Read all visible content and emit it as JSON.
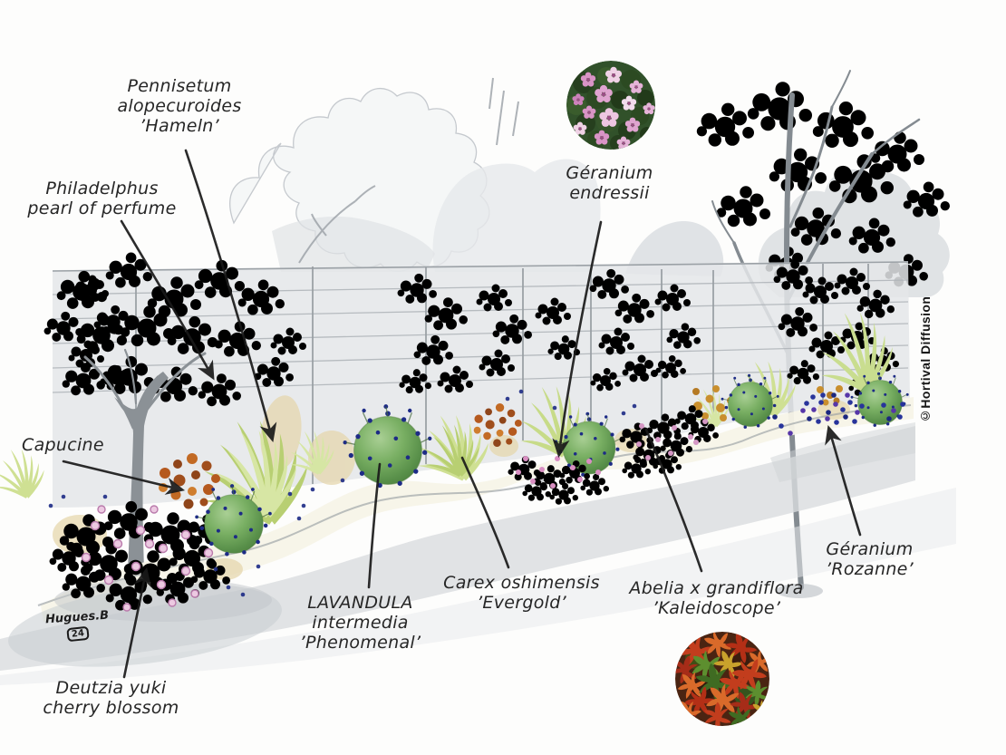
{
  "credit": "©Hortival Diffusion",
  "signature": {
    "name": "Hugues.B",
    "stamp": "24"
  },
  "labels": [
    {
      "key": "pennisetum",
      "text": "Pennisetum\nalopecuroides\n’Hameln’"
    },
    {
      "key": "philadelphus",
      "text": "Philadelphus\npearl of perfume"
    },
    {
      "key": "capucine",
      "text": "Capucine"
    },
    {
      "key": "geranium-endressii",
      "text": "Géranium\nendressii"
    },
    {
      "key": "deutzia",
      "text": "Deutzia yuki\ncherry blossom"
    },
    {
      "key": "lavandula",
      "text": "LAVANDULA\nintermedia\n’Phenomenal’"
    },
    {
      "key": "carex",
      "text": "Carex oshimensis\n’Evergold’"
    },
    {
      "key": "abelia",
      "text": "Abelia x grandiflora\n’Kaleidoscope’"
    },
    {
      "key": "geranium-rozanne",
      "text": "Géranium\n’Rozanne’"
    }
  ],
  "photos": {
    "top": {
      "subject": "pink geranium endressii flowers"
    },
    "bottom": {
      "subject": "red, orange and green abelia kaleidoscope foliage"
    }
  },
  "colors": {
    "ink": "#1a1a1a",
    "sketch_gray": "#8d9297",
    "dark_foliage": "#54585c",
    "ball_green": "#6fa65a",
    "grass_green": "#c9dc8f",
    "lavender_blue": "#1d2b86",
    "capucine_orange": "#b5591e",
    "flower_pink": "#d994c6",
    "path_gray": "#d9dcdf",
    "bed_beige": "#e9dcb4"
  }
}
